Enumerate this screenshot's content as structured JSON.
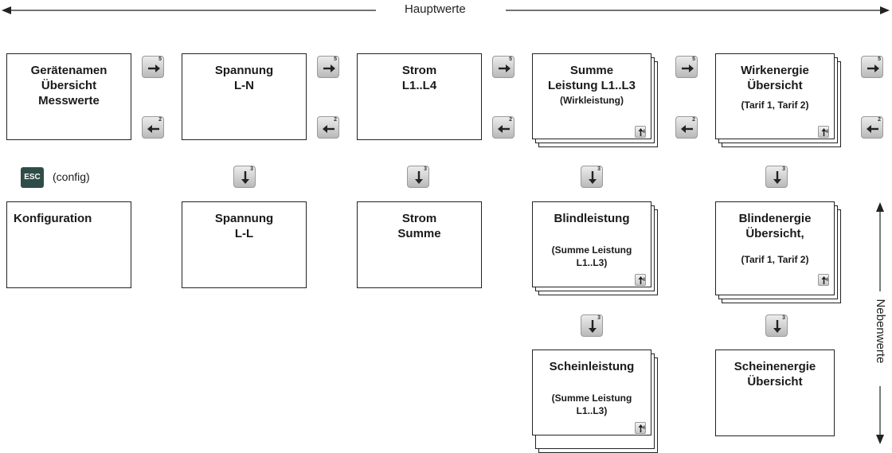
{
  "axis": {
    "hauptwerte": "Hauptwerte",
    "nebenwerte": "Nebenwerte"
  },
  "esc": {
    "key": "ESC",
    "index": "1",
    "label": "(config)"
  },
  "keys": {
    "right_index": "5",
    "left_index": "2",
    "down_index": "3",
    "up_index": "4"
  },
  "boxes": {
    "geraetenamen": {
      "lines": [
        "Gerätenamen",
        "Übersicht",
        "Messwerte"
      ]
    },
    "spannung_ln": {
      "lines": [
        "Spannung",
        "L-N"
      ]
    },
    "strom_l14": {
      "lines": [
        "Strom",
        "L1..L4"
      ]
    },
    "summe_leistung": {
      "lines": [
        "Summe",
        "Leistung L1..L3"
      ],
      "sub": "(Wirkleistung)"
    },
    "wirkenergie": {
      "lines": [
        "Wirkenergie",
        "Übersicht"
      ],
      "sub": "(Tarif 1, Tarif 2)"
    },
    "konfiguration": {
      "lines": [
        "Konfiguration"
      ]
    },
    "spannung_ll": {
      "lines": [
        "Spannung",
        "L-L"
      ]
    },
    "strom_summe": {
      "lines": [
        "Strom",
        "Summe"
      ]
    },
    "blindleistung": {
      "lines": [
        "Blindleistung"
      ],
      "sub": [
        "(Summe Leistung",
        "L1..L3)"
      ]
    },
    "blindenergie": {
      "lines": [
        "Blindenergie",
        "Übersicht,"
      ],
      "sub": "(Tarif 1, Tarif 2)"
    },
    "scheinleistung": {
      "lines": [
        "Scheinleistung"
      ],
      "sub": [
        "(Summe Leistung",
        "L1..L3)"
      ]
    },
    "scheinenergie": {
      "lines": [
        "Scheinenergie",
        "Übersicht"
      ]
    }
  }
}
